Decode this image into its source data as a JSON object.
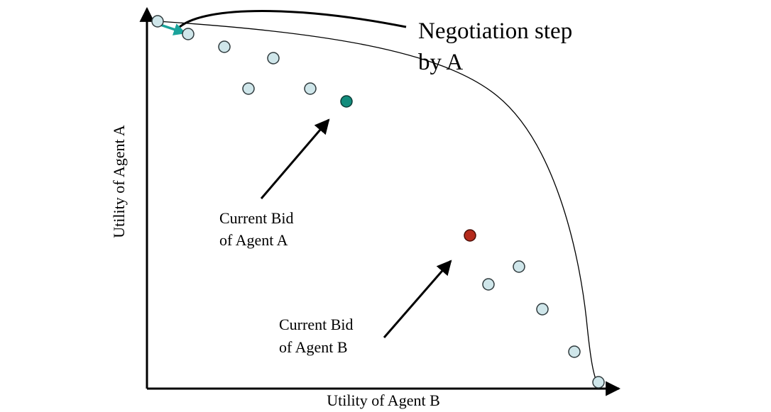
{
  "axes": {
    "x_label": "Utility of Agent B",
    "y_label": "Utility of Agent A"
  },
  "annotations": {
    "negotiation_step": [
      "Negotiation step",
      "by A"
    ],
    "current_bid_a": [
      "Current Bid",
      "of Agent A"
    ],
    "current_bid_b": [
      "Current Bid",
      "of Agent B"
    ]
  },
  "colors": {
    "bid_fill": "#cfe6ea",
    "current_bid_a": "#128c7c",
    "current_bid_b": "#b52a1c",
    "step_arrow": "#1aa39b",
    "line": "#000000"
  }
}
